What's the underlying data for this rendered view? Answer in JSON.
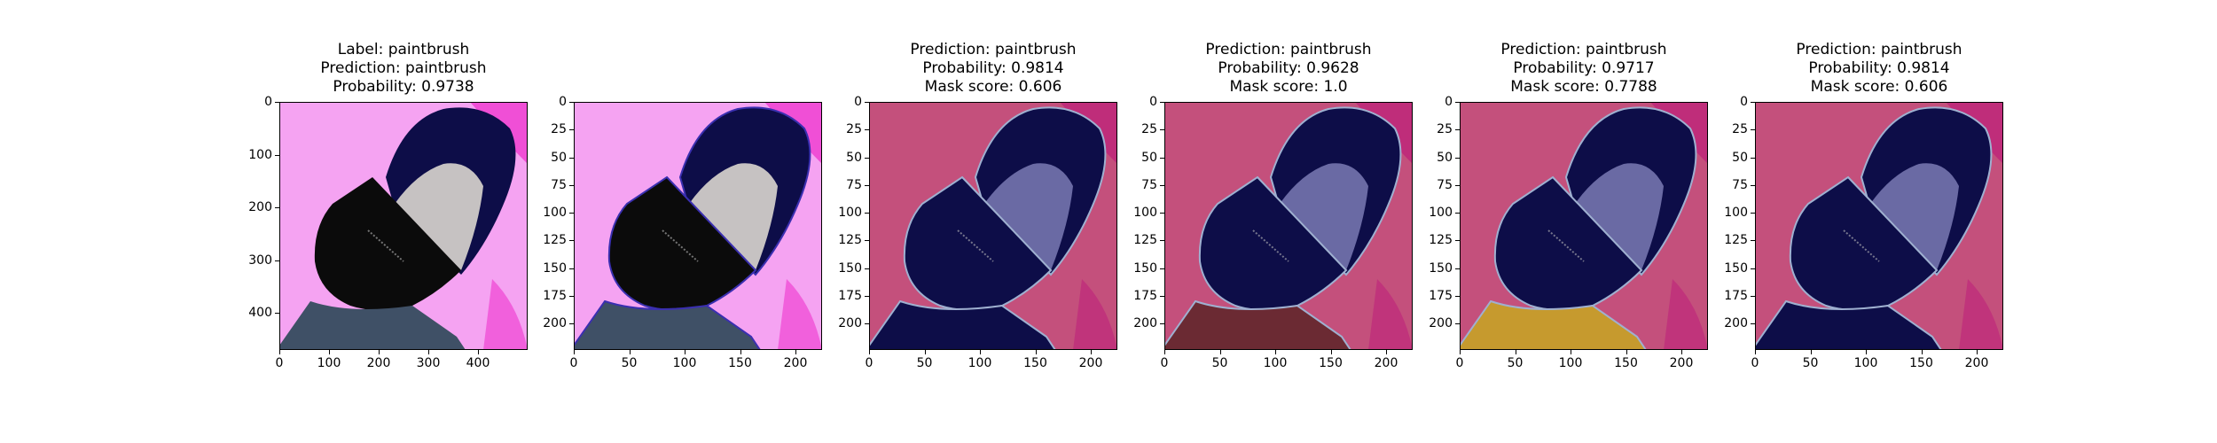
{
  "figure": {
    "colors": {
      "pink": "#f5a3f2",
      "magenta": "#f04fd6",
      "rose": "#c4507c",
      "deep_rose": "#bf2d7a",
      "navy": "#0d0d48",
      "steel": "#3f5066",
      "dark_red": "#6b2a33",
      "gold": "#c69a2e",
      "bristle_light": "#e8e3d8",
      "bristle_blue": "#7b7bb5"
    },
    "panels": [
      {
        "id": "original",
        "title_lines": [
          "Label: paintbrush",
          "Prediction: paintbrush",
          "Probability: 0.9738"
        ],
        "style": "original",
        "xticks": [
          0,
          100,
          200,
          300,
          400
        ],
        "yticks": [
          0,
          100,
          200,
          300,
          400
        ],
        "axis_max": 500,
        "y_axis_max": 470
      },
      {
        "id": "outlined",
        "title_lines": [],
        "style": "outlined",
        "xticks": [
          0,
          50,
          100,
          150,
          200
        ],
        "yticks": [
          0,
          25,
          50,
          75,
          100,
          125,
          150,
          175,
          200
        ],
        "axis_max": 224,
        "y_axis_max": 224
      },
      {
        "id": "mask-1",
        "title_lines": [
          "Prediction: paintbrush",
          "Probability: 0.9814",
          "Mask score: 0.606"
        ],
        "style": "mask_navy",
        "xticks": [
          0,
          50,
          100,
          150,
          200
        ],
        "yticks": [
          0,
          25,
          50,
          75,
          100,
          125,
          150,
          175,
          200
        ],
        "axis_max": 224,
        "y_axis_max": 224
      },
      {
        "id": "mask-2",
        "title_lines": [
          "Prediction: paintbrush",
          "Probability: 0.9628",
          "Mask score: 1.0"
        ],
        "style": "mask_red",
        "xticks": [
          0,
          50,
          100,
          150,
          200
        ],
        "yticks": [
          0,
          25,
          50,
          75,
          100,
          125,
          150,
          175,
          200
        ],
        "axis_max": 224,
        "y_axis_max": 224
      },
      {
        "id": "mask-3",
        "title_lines": [
          "Prediction: paintbrush",
          "Probability: 0.9717",
          "Mask score: 0.7788"
        ],
        "style": "mask_gold",
        "xticks": [
          0,
          50,
          100,
          150,
          200
        ],
        "yticks": [
          0,
          25,
          50,
          75,
          100,
          125,
          150,
          175,
          200
        ],
        "axis_max": 224,
        "y_axis_max": 224
      },
      {
        "id": "mask-4",
        "title_lines": [
          "Prediction: paintbrush",
          "Probability: 0.9814",
          "Mask score: 0.606"
        ],
        "style": "mask_navy",
        "xticks": [
          0,
          50,
          100,
          150,
          200
        ],
        "yticks": [
          0,
          25,
          50,
          75,
          100,
          125,
          150,
          175,
          200
        ],
        "axis_max": 224,
        "y_axis_max": 224
      }
    ]
  }
}
